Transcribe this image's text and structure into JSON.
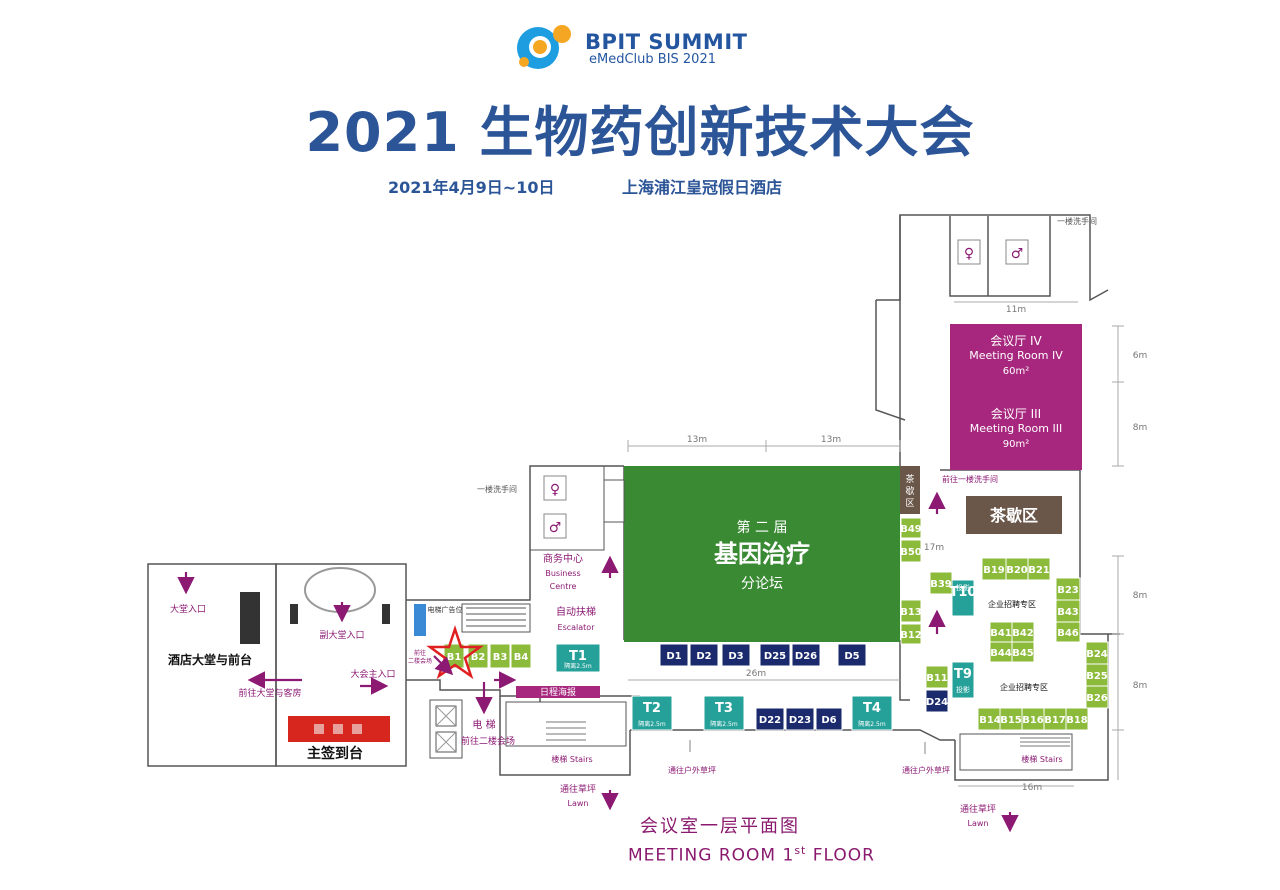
{
  "header": {
    "logo_name": "BPIT SUMMIT",
    "logo_sub": "eMedClub BIS 2021",
    "title": "2021 生物药创新技术大会",
    "date": "2021年4月9日~10日",
    "venue": "上海浦江皇冠假日酒店"
  },
  "footer": {
    "caption_cn": "会议室一层平面图",
    "caption_en_main": "MEETING ROOM 1",
    "caption_en_sup": "st",
    "caption_en_tail": " FLOOR"
  },
  "colors": {
    "brand_blue": "#2b5597",
    "main_hall_green": "#3a8a34",
    "meeting_room_magenta": "#a6277d",
    "booth_lime": "#8cba3a",
    "booth_navy": "#1a2a6c",
    "booth_teal": "#26a19a",
    "tea_brown": "#6b574a",
    "sign_in_red": "#d7261e",
    "arrow_purple": "#8c1a73"
  },
  "labels": {
    "main_hall": [
      "第 二 届",
      "基因治疗",
      "分论坛"
    ],
    "room4": [
      "会议厅 IV",
      "Meeting Room  IV",
      "60m²"
    ],
    "room3": [
      "会议厅 III",
      "Meeting Room  III",
      "90m²"
    ],
    "tea_area": "茶歇区",
    "tea_area_vertical": [
      "茶",
      "歇",
      "区"
    ],
    "hotel_lobby": "酒店大堂与前台",
    "sign_in": "主签到台",
    "lobby_entrance": "大堂入口",
    "side_lobby_entrance": "副大堂入口",
    "main_entrance": "大会主入口",
    "to_lobby_rooms": "前往大堂与客房",
    "to_2f": "前往二楼会场",
    "to_2f_small": [
      "前往",
      "二楼会场"
    ],
    "elevator": "电 梯",
    "elevator_ad": "电梯广告位",
    "escalator_cn": "自动扶梯",
    "escalator_en": "Escalator",
    "business_cn": "商务中心",
    "business_en1": "Business",
    "business_en2": "Centre",
    "restroom_1f": "一楼洗手间",
    "to_restroom_1f": "前往一楼洗手间",
    "schedule_poster": "日程海报",
    "stairs_cn": "楼梯",
    "stairs_en": "Stairs",
    "to_lawn_cn": "通往草坪",
    "lawn_en": "Lawn",
    "to_outdoor_lawn": "通往户外草坪",
    "recruit_zone": "企业招聘专区",
    "projection": "投影",
    "distance_note": "隔离2.5m"
  },
  "dimensions_labels": [
    "13m",
    "13m",
    "26m",
    "11m",
    "6m",
    "8m",
    "8m",
    "8m",
    "17m",
    "16m"
  ],
  "booths": {
    "lime": [
      "B1",
      "B2",
      "B3",
      "B4",
      "B49",
      "B50",
      "B13",
      "B12",
      "B11",
      "B39",
      "B19",
      "B20",
      "B21",
      "B23",
      "B43",
      "B46",
      "B41",
      "B42",
      "B44",
      "B45",
      "B24",
      "B25",
      "B26",
      "B14",
      "B15",
      "B16",
      "B17",
      "B18"
    ],
    "navy": [
      "D1",
      "D2",
      "D3",
      "D25",
      "D26",
      "D5",
      "D22",
      "D23",
      "D6",
      "D24"
    ],
    "teal": [
      "T1",
      "T2",
      "T3",
      "T4",
      "T9",
      "T10"
    ]
  }
}
